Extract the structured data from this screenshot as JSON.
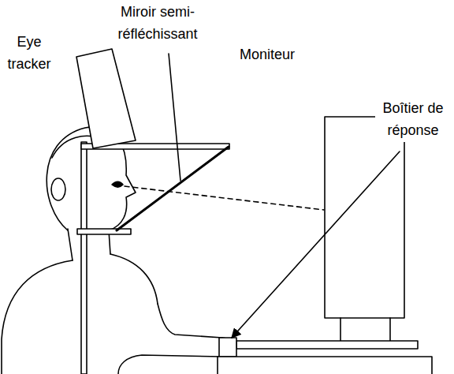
{
  "diagram": {
    "labels": [
      "Miroir semi-réfléchissant",
      "Eye tracker",
      "Moniteur",
      "Boîtier de réponse"
    ]
  }
}
